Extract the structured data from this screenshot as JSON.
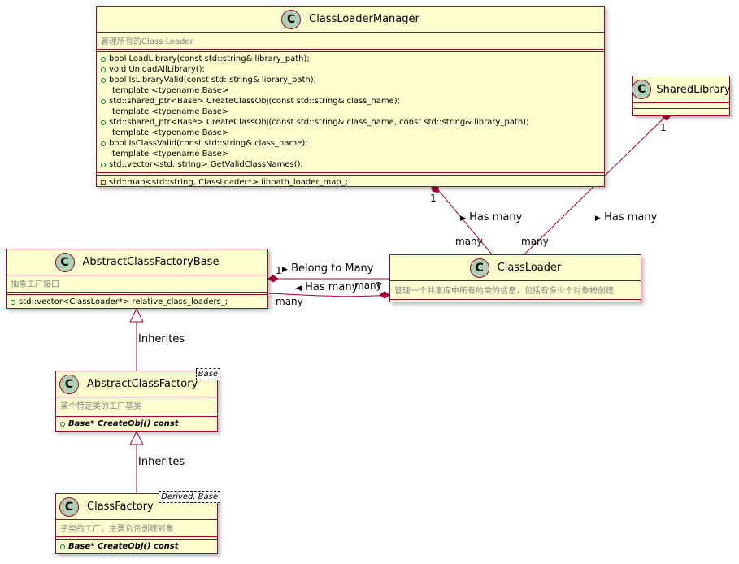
{
  "classes": {
    "manager": {
      "name": "ClassLoaderManager",
      "note": "管理所有的Class Loader",
      "methods": [
        {
          "vis": "+",
          "text": "bool LoadLibrary(const std::string& library_path);",
          "cont": false
        },
        {
          "vis": "+",
          "text": "void UnloadAllLibrary();",
          "cont": false
        },
        {
          "vis": "+",
          "text": "bool IsLibraryValid(const std::string& library_path);",
          "cont": false
        },
        {
          "vis": "",
          "text": "template <typename Base>",
          "cont": true
        },
        {
          "vis": "+",
          "text": "std::shared_ptr<Base> CreateClassObj(const std::string& class_name);",
          "cont": false
        },
        {
          "vis": "",
          "text": "template <typename Base>",
          "cont": true
        },
        {
          "vis": "+",
          "text": "std::shared_ptr<Base> CreateClassObj(const std::string& class_name, const std::string& library_path);",
          "cont": false
        },
        {
          "vis": "",
          "text": "template <typename Base>",
          "cont": true
        },
        {
          "vis": "+",
          "text": "bool IsClassValid(const std::string& class_name);",
          "cont": false
        },
        {
          "vis": "",
          "text": "template <typename Base>",
          "cont": true
        },
        {
          "vis": "+",
          "text": "std::vector<std::string> GetValidClassNames();",
          "cont": false
        }
      ],
      "fields": [
        {
          "vis": "-",
          "text": "std::map<std::string, ClassLoader*> libpath_loader_map_;"
        }
      ]
    },
    "shared": {
      "name": "SharedLibrary"
    },
    "loader": {
      "name": "ClassLoader",
      "note": "管理一个共享库中所有的类的信息，包括有多少个对象被创建"
    },
    "base": {
      "name": "AbstractClassFactoryBase",
      "note": "抽象工厂接口",
      "fields": [
        {
          "vis": "+",
          "text": "std::vector<ClassLoader*> relative_class_loaders_;"
        }
      ]
    },
    "abstract": {
      "name": "AbstractClassFactory",
      "tparam": "Base",
      "note": "某个特定类的工厂基类",
      "methods": [
        {
          "vis": "+",
          "text": "Base* CreateObj() const",
          "italic": true
        }
      ]
    },
    "factory": {
      "name": "ClassFactory",
      "tparam": "Derived, Base",
      "note": "子类的工厂，主要负责创建对象",
      "methods": [
        {
          "vis": "+",
          "text": "Base* CreateObj() const",
          "italic": true
        }
      ]
    }
  },
  "relations": {
    "manager_loader": {
      "label": "Has many",
      "mult_from": "1",
      "mult_to": "many",
      "arrow": "▶"
    },
    "shared_loader": {
      "label": "Has many",
      "mult_from": "1",
      "mult_to": "many",
      "arrow": "▶"
    },
    "base_loader": {
      "label": "Belong to Many",
      "mult_from": "1",
      "mult_to": "many",
      "arrow": "▶"
    },
    "loader_base": {
      "label": "Has many",
      "mult_from": "1",
      "mult_to": "many",
      "arrow": "◀"
    },
    "abstract_base": {
      "label": "Inherites"
    },
    "factory_abstract": {
      "label": "Inherites"
    }
  },
  "colors": {
    "class_fill": "#FEFECE",
    "border": "#A80036",
    "badge": "#ADD1B2",
    "note_text": "#888888"
  }
}
